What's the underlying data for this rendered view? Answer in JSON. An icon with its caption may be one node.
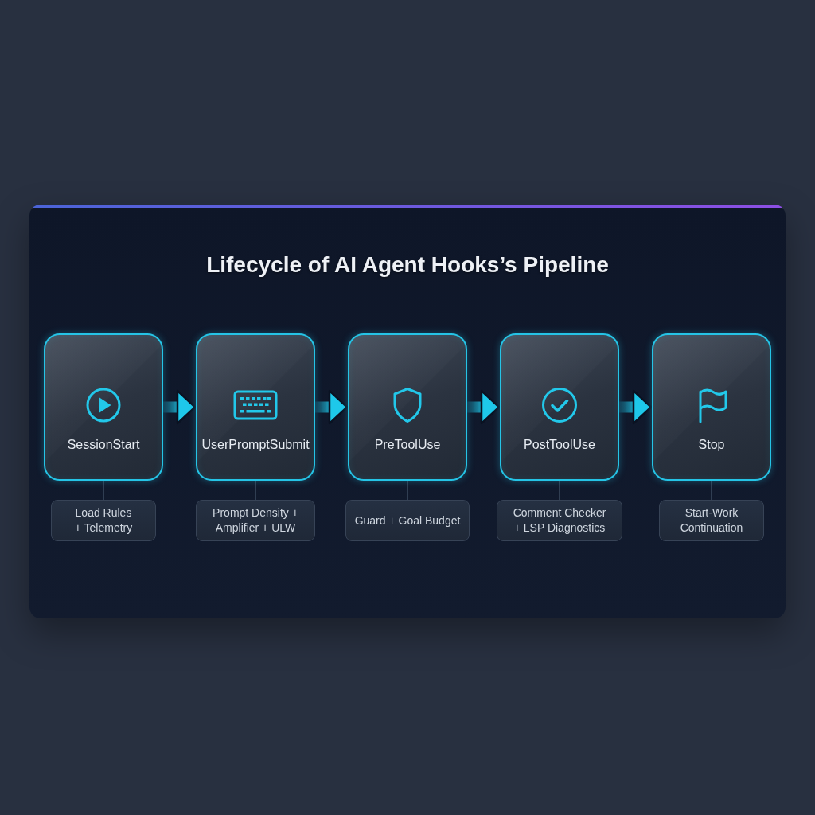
{
  "diagram": {
    "title": "Lifecycle of AI Agent Hooks’s Pipeline",
    "nodes": [
      {
        "text": [
          "SessionStart"
        ]
      },
      {
        "text": [
          "UserPromptSubmit"
        ]
      },
      {
        "text": [
          "PreToolUse"
        ]
      },
      {
        "text": [
          "PostToolUse"
        ]
      },
      {
        "text": [
          "Stop"
        ]
      },
      {
        "text": [
          "Load Rules + Telemetry"
        ]
      },
      {
        "text": [
          "Prompt Density + Amplifier + ULW"
        ]
      },
      {
        "text": [
          "Guard + Goal Budget"
        ]
      },
      {
        "text": [
          "Comment Checker + LSP Diagnostics"
        ]
      },
      {
        "text": [
          "Start-Work Continuation"
        ]
      }
    ],
    "edges": [
      {
        "from": 0,
        "to": 1,
        "arrow": "to",
        "style": "thick",
        "color": "#1ec8ea"
      },
      {
        "from": 1,
        "to": 2,
        "arrow": "to",
        "style": "thick",
        "color": "#1ec8ea"
      },
      {
        "from": 2,
        "to": 3,
        "arrow": "to",
        "style": "thick",
        "color": "#1ec8ea"
      },
      {
        "from": 3,
        "to": 4,
        "arrow": "to",
        "style": "thick",
        "color": "#1ec8ea"
      },
      {
        "from": 0,
        "to": 5,
        "arrow": "none"
      },
      {
        "from": 1,
        "to": 6,
        "arrow": "none"
      },
      {
        "from": 2,
        "to": 7,
        "arrow": "none"
      },
      {
        "from": 3,
        "to": 8,
        "arrow": "none"
      },
      {
        "from": 4,
        "to": 9,
        "arrow": "none"
      }
    ]
  }
}
